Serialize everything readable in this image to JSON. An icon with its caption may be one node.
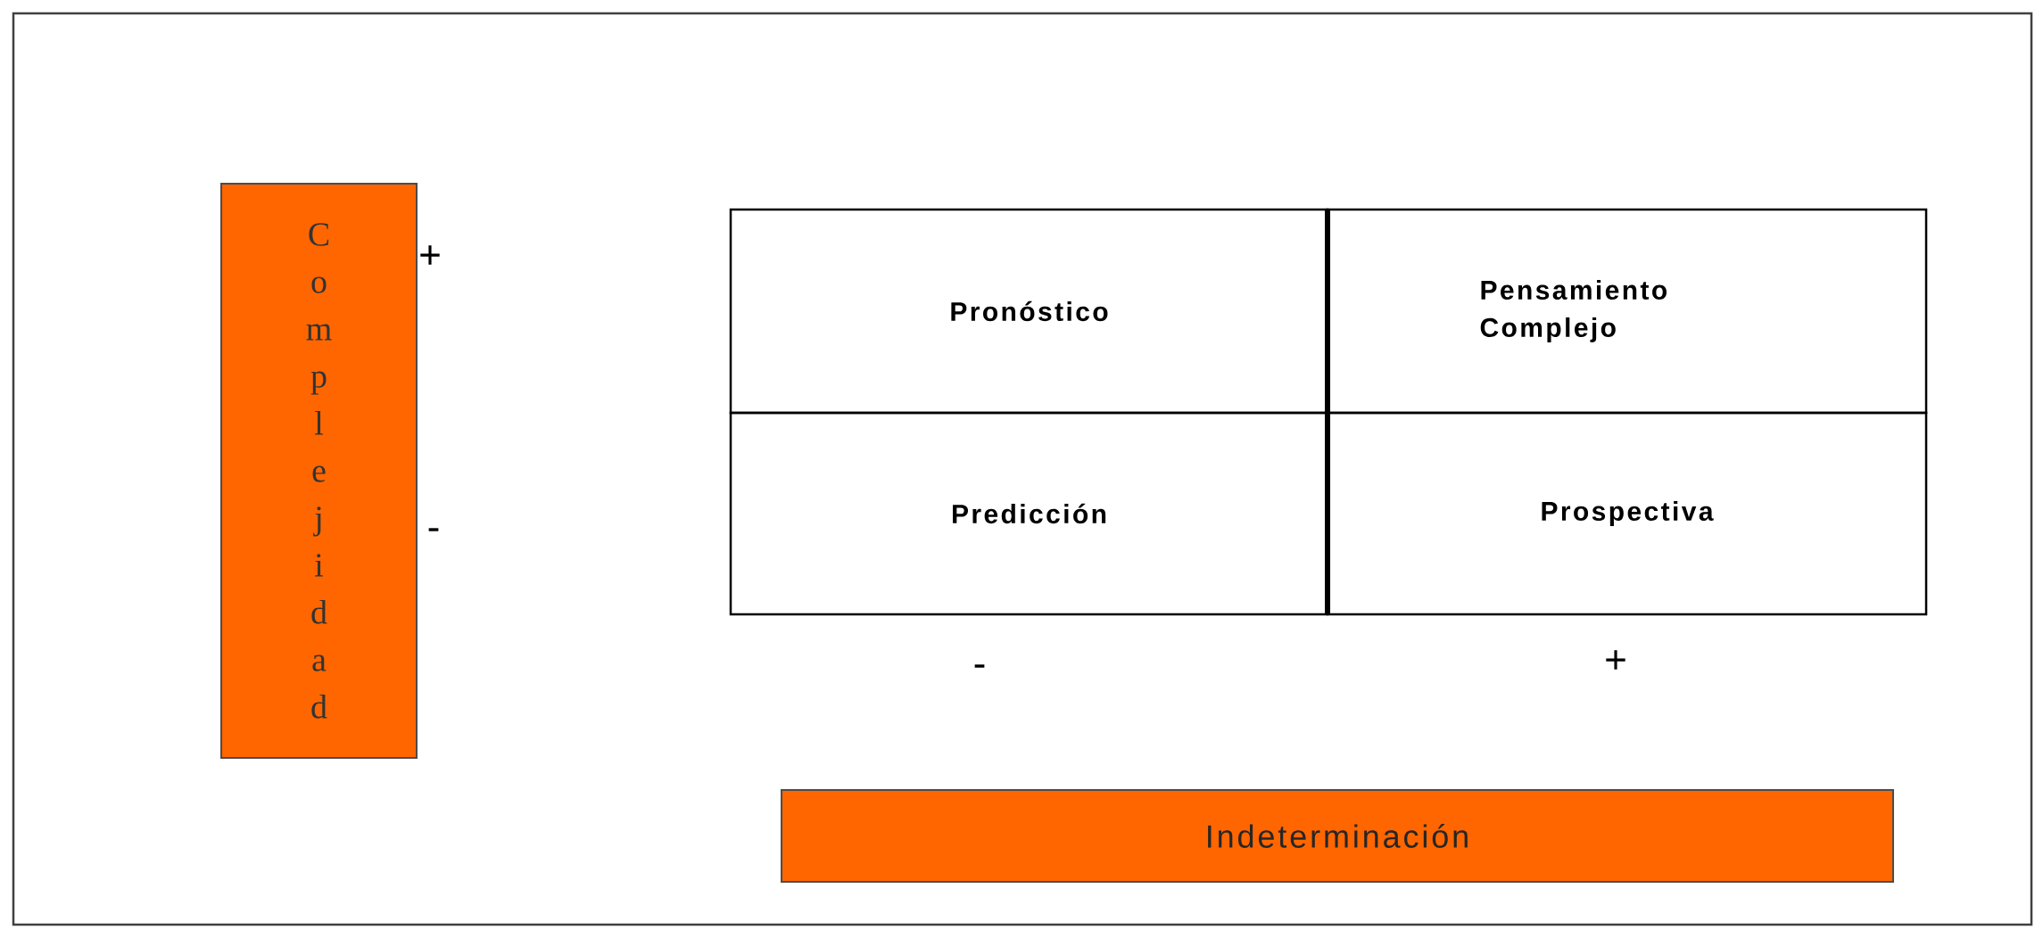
{
  "diagram": {
    "nodes": [
      {
        "text": [
          "Complejidad"
        ]
      },
      {
        "text": [
          "Pronóstico"
        ]
      },
      {
        "text": [
          "Pensamiento Complejo"
        ]
      },
      {
        "text": [
          "Predicción"
        ]
      },
      {
        "text": [
          "Prospectiva"
        ]
      },
      {
        "text": [
          "Indeterminación"
        ]
      }
    ],
    "labels": [
      "+",
      "-",
      "-",
      "+"
    ]
  }
}
